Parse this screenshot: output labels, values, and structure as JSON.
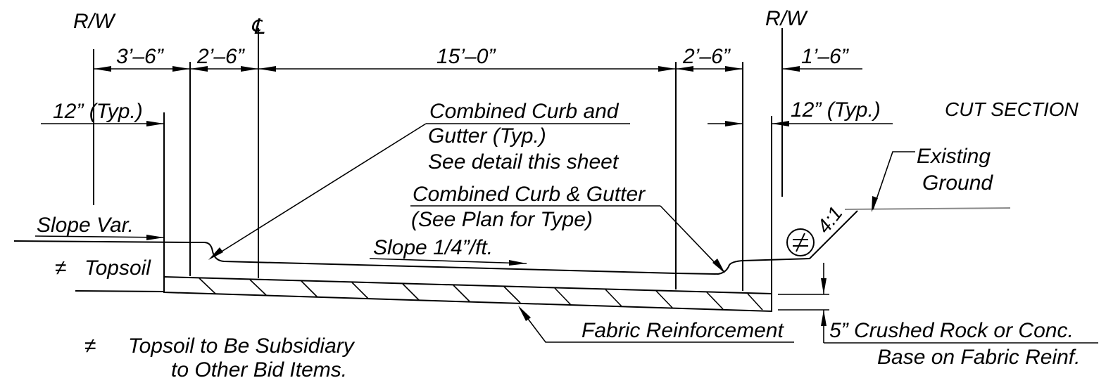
{
  "labels": {
    "rw_left": "R/W",
    "rw_right": "R/W",
    "centerline": "℄",
    "dim_3_6": "3’–6”",
    "dim_2_6_left": "2’–6”",
    "dim_15_0": "15’–0”",
    "dim_2_6_right": "2’–6”",
    "dim_1_6": "1’–6”",
    "typ_12_left": "12” (Typ.)",
    "typ_12_right": "12” (Typ.)",
    "cut_section": "CUT SECTION",
    "curb_gutter_typ_line1": "Combined Curb and",
    "curb_gutter_typ_line2": "Gutter (Typ.)",
    "curb_gutter_typ_line3": "See detail this sheet",
    "curb_gutter_plan_line1": "Combined Curb & Gutter",
    "curb_gutter_plan_line2": "(See Plan for Type)",
    "existing_ground_line1": "Existing",
    "existing_ground_line2": "Ground",
    "slope_var": "Slope Var.",
    "slope_quarter": "Slope 1/4”/ft.",
    "topsoil_mark": "≠",
    "topsoil_label": "Topsoil",
    "slope_ratio": "4:1",
    "fabric_reinforcement": "Fabric Reinforcement",
    "crushed_rock_line1": "5” Crushed Rock or Conc.",
    "crushed_rock_line2": "Base on Fabric Reinf.",
    "note_mark": "≠",
    "note_line1": "Topsoil to Be Subsidiary",
    "note_line2": "to Other Bid Items."
  }
}
